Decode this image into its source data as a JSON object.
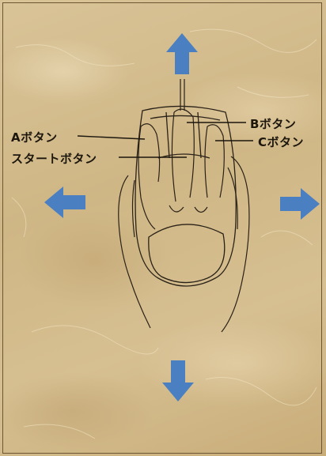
{
  "labels": {
    "a_button": "Aボタン",
    "start_button": "スタートボタン",
    "b_button": "Bボタン",
    "c_button": "Cボタン"
  },
  "arrows": {
    "color": "#4a7fc2",
    "directions": [
      "up",
      "down",
      "left",
      "right"
    ]
  },
  "colors": {
    "background": "#d2b98a",
    "line": "#2a2218"
  }
}
